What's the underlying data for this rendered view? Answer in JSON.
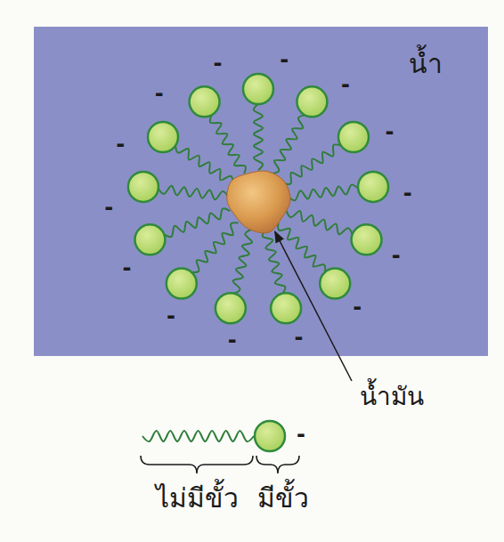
{
  "diagram": {
    "labels": [
      "น้ำ",
      "-",
      "-",
      "-",
      "-",
      "-",
      "-",
      "-",
      "-",
      "-",
      "-",
      "-",
      "-",
      "-",
      "-",
      "น้ำมัน",
      "-",
      "ไม่มีขั้ว",
      "มีขั้ว"
    ]
  }
}
